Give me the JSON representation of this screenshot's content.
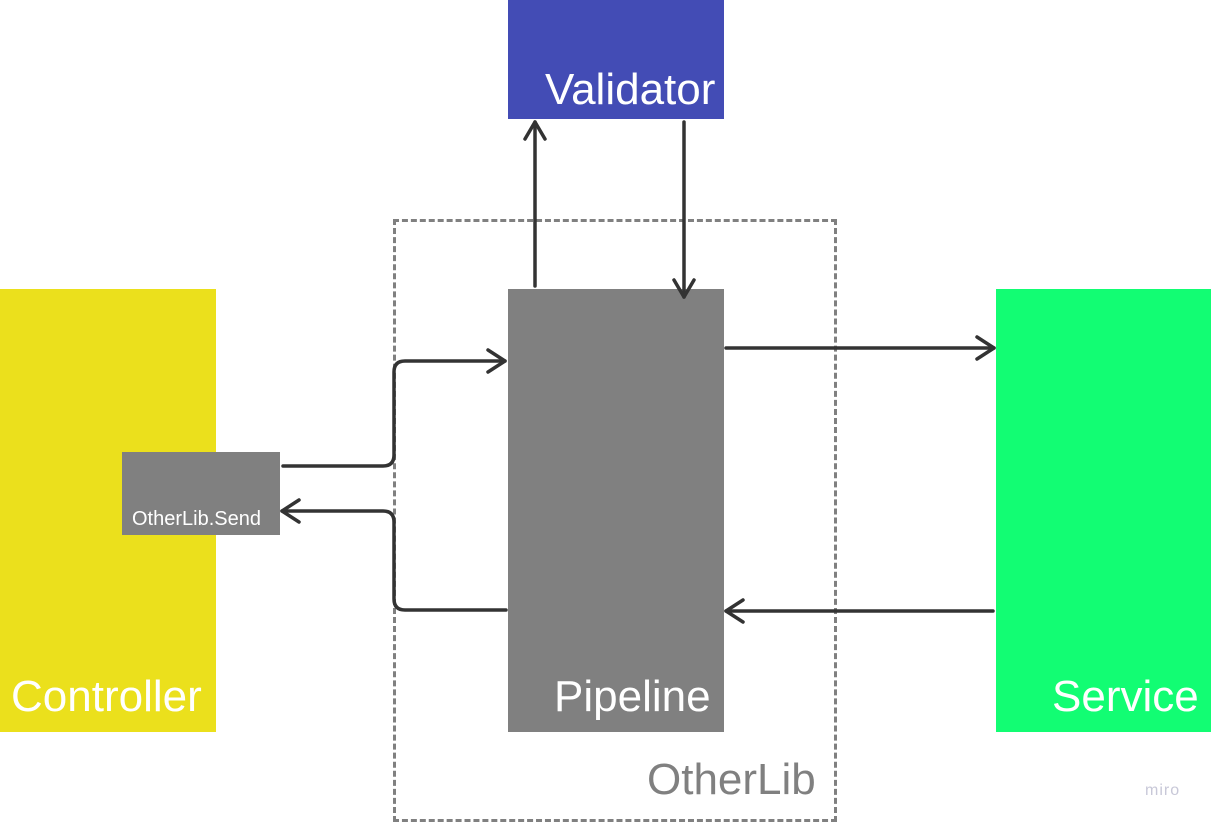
{
  "colors": {
    "controller": "#ebe01c",
    "validator": "#434cb5",
    "pipeline": "#808080",
    "service": "#12fd73",
    "send": "#808080",
    "container_border": "#808080",
    "arrow": "#333333",
    "watermark": "#c8c8d8"
  },
  "nodes": {
    "validator": "Validator",
    "controller": "Controller",
    "pipeline": "Pipeline",
    "service": "Service",
    "send": "OtherLib.Send"
  },
  "container": {
    "label": "OtherLib"
  },
  "watermark": "miro"
}
